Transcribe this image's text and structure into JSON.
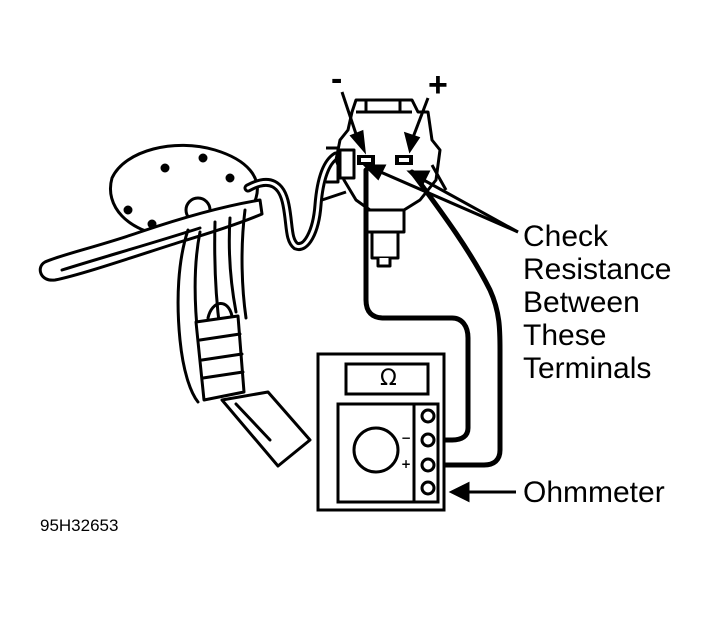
{
  "terminals": {
    "negative": "-",
    "positive": "+"
  },
  "callout_check": [
    "Check",
    "Resistance",
    "Between",
    "These",
    "Terminals"
  ],
  "callout_meter": "Ohmmeter",
  "meter": {
    "display": "Ω",
    "jack_neg": "−",
    "jack_pos": "+"
  },
  "figure_code": "95H32653"
}
